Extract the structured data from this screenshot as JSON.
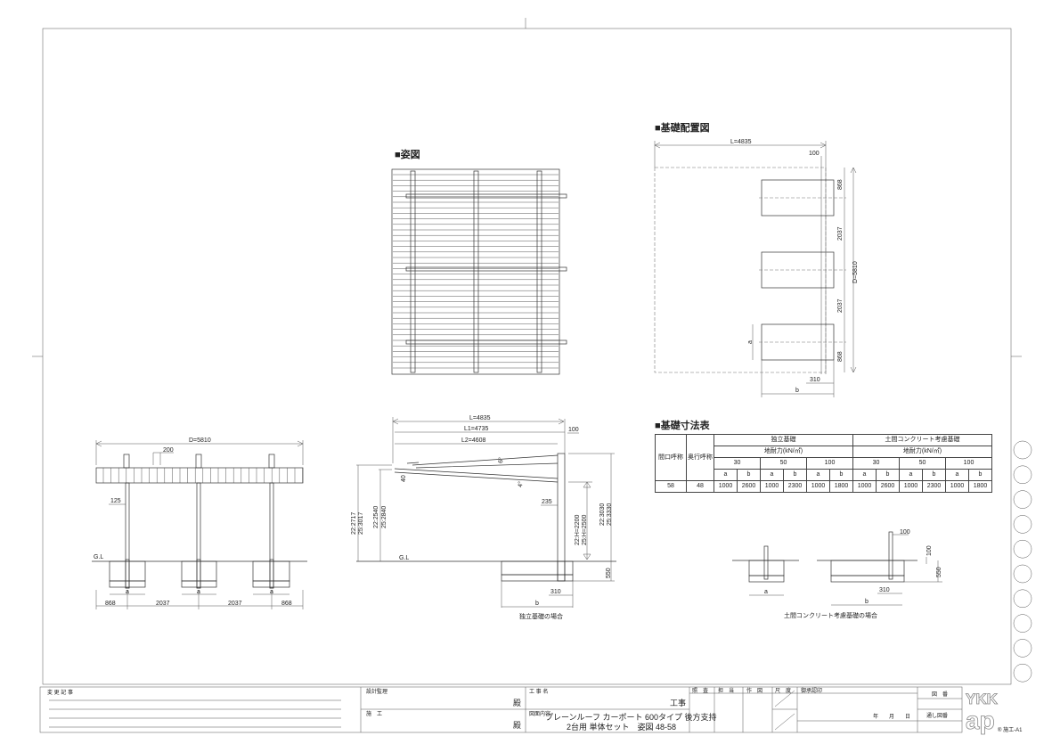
{
  "plan_view": {
    "title": "■姿図"
  },
  "layout_view": {
    "title": "■基礎配置図",
    "L": "L=4835",
    "offset": "100",
    "D": "D=5810",
    "p1": "868",
    "p2": "2037",
    "p3": "2037",
    "p4": "868",
    "a": "a",
    "post_offset": "310",
    "b": "b"
  },
  "table": {
    "title": "■基礎寸法表",
    "col_width": "間口呼称",
    "col_depth": "奥行呼称",
    "group1": "独立基礎",
    "group2": "土間コンクリート考慮基礎",
    "bearing1": "地耐力(kN/㎡)",
    "bearing2": "地耐力(kN/㎡)",
    "loads": [
      "30",
      "50",
      "100",
      "30",
      "50",
      "100"
    ],
    "ab": [
      "a",
      "b",
      "a",
      "b",
      "a",
      "b",
      "a",
      "b",
      "a",
      "b",
      "a",
      "b"
    ],
    "row": {
      "width": "58",
      "depth": "48",
      "values": [
        "1000",
        "2600",
        "1000",
        "2300",
        "1000",
        "1800",
        "1000",
        "2600",
        "1000",
        "2300",
        "1000",
        "1800"
      ]
    }
  },
  "front_view": {
    "D": "D=5810",
    "spacing": "200",
    "post": "125",
    "gl": "G.L",
    "a1": "a",
    "a2": "a",
    "a3": "a",
    "d1": "868",
    "d2": "2037",
    "d3": "2037",
    "d4": "868"
  },
  "side_view": {
    "L": "L=4835",
    "L1": "L1=4735",
    "L2": "L2=4608",
    "offset": "100",
    "h_left1": "22:2717",
    "h_left2": "25:3017",
    "h_mid1": "22:2540",
    "h_mid2": "25:2840",
    "beam": "40",
    "angle1": "6°",
    "angle2": "4°",
    "drop": "235",
    "H1": "22:H=2200",
    "H2": "25:H=2500",
    "total1": "22:3030",
    "total2": "25:3330",
    "gl": "G.L",
    "depth": "550",
    "post_offset": "310",
    "b": "b",
    "caption": "独立基礎の場合"
  },
  "detail": {
    "a": "a",
    "post": "100",
    "slab": "100",
    "depth": "550",
    "post_offset": "310",
    "b": "b",
    "caption": "土間コンクリート考慮基礎の場合"
  },
  "title_block": {
    "change_log": "変 更 記 事",
    "design": "設計監理",
    "construction": "施　工",
    "dono1": "殿",
    "dono2": "殿",
    "project_name_label": "工 事 名",
    "project_suffix": "工事",
    "content_label": "図面内容",
    "content_line1": "プレーンルーフ カーポート 600タイプ 後方支持",
    "content_line2": "2台用 単体セット　姿図 48-58",
    "check": "照　査",
    "charge": "担　当",
    "drawn": "作　図",
    "scale": "尺　度",
    "approval": "御承認印",
    "date": "年　　月　　日",
    "drawing_no": "図　番",
    "serial_no": "通し図番",
    "logo": "YKK ap",
    "sheet": "® 施工-A1"
  }
}
